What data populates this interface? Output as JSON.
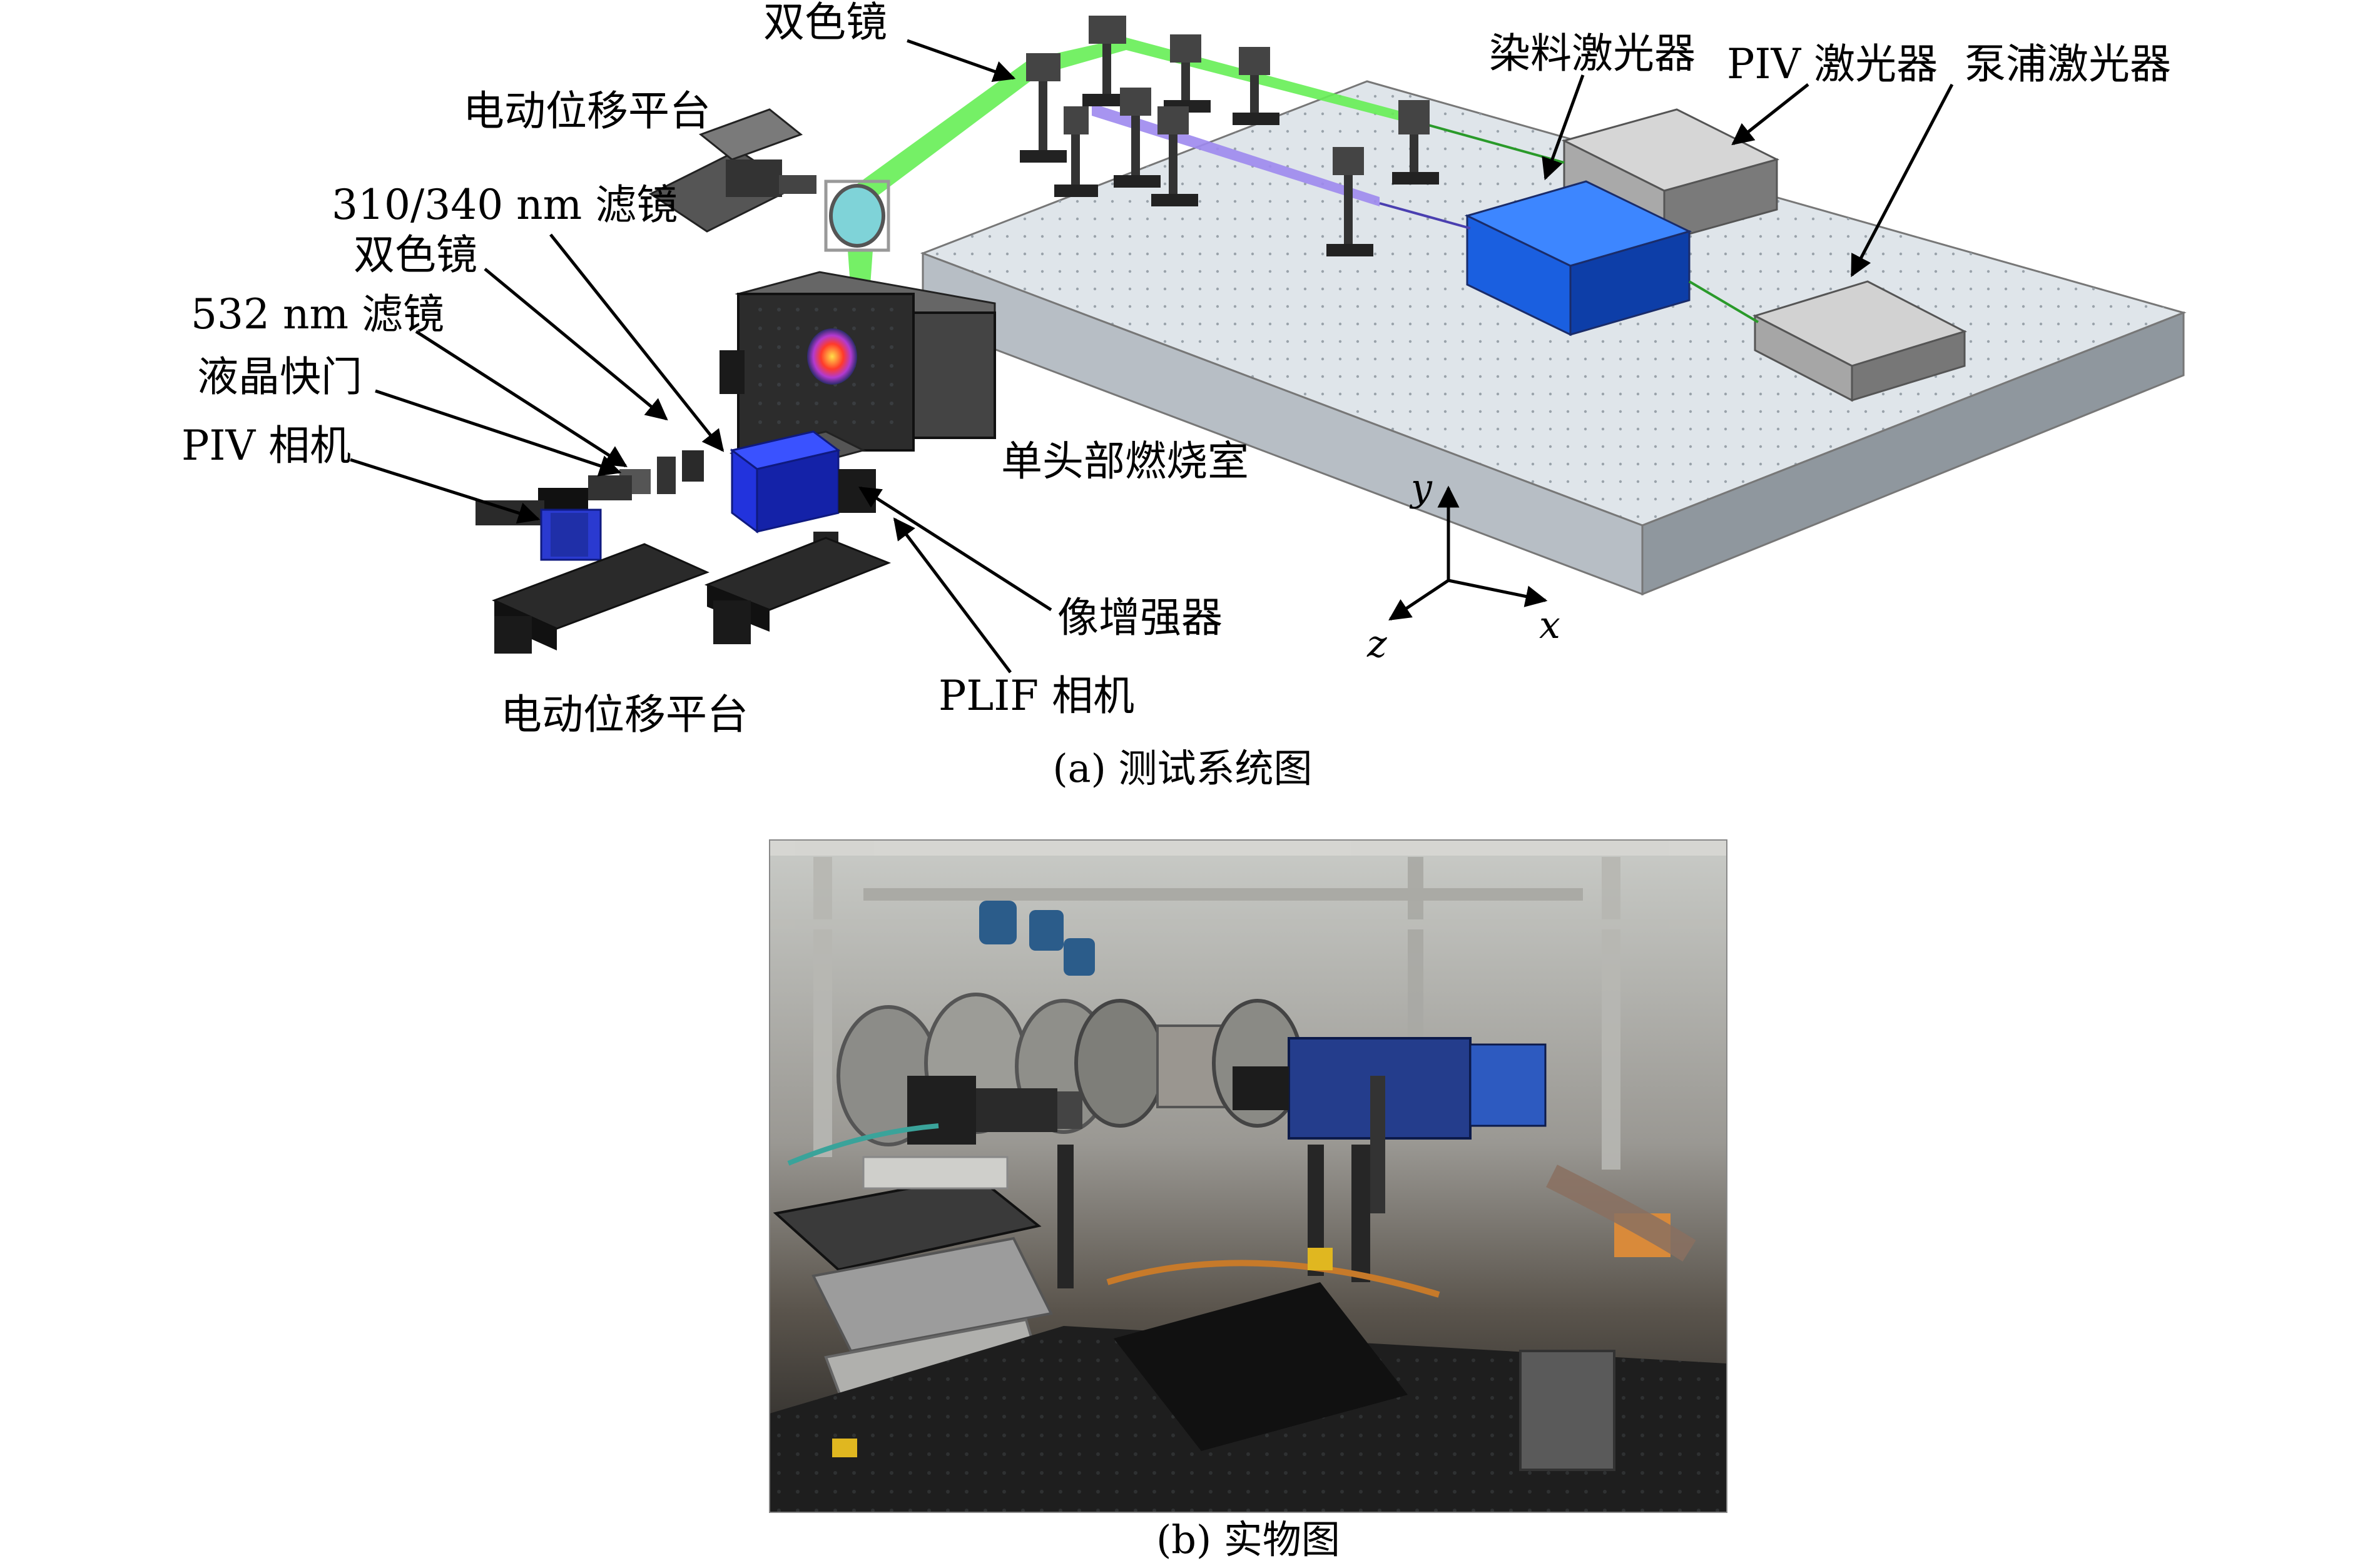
{
  "figure_a": {
    "caption": "(a) 测试系统图",
    "labels": {
      "dichroic_top": "双色镜",
      "motion_stage_top": "电动位移平台",
      "filter_310_340": "310/340 nm 滤镜",
      "dichroic_mid": "双色镜",
      "filter_532": "532 nm 滤镜",
      "lc_shutter": "液晶快门",
      "piv_camera": "PIV 相机",
      "dye_laser": "染料激光器",
      "piv_laser": "PIV 激光器",
      "pump_laser": "泵浦激光器",
      "combustor": "单头部燃烧室",
      "intensifier": "像增强器",
      "plif_camera": "PLIF 相机",
      "motion_stage_bottom": "电动位移平台"
    },
    "axes": {
      "y": "y",
      "z": "z",
      "x": "x"
    },
    "colors": {
      "green_beam": "#66ee55",
      "violet_beam": "#9d88ee",
      "table_top": "#dfe5ea",
      "table_side": "#8f979e",
      "dye_laser_body": "#1a5fe0",
      "laser_box": "#b8b8b8",
      "intensifier": "#2233dd"
    }
  },
  "figure_b": {
    "caption": "(b) 实物图"
  }
}
